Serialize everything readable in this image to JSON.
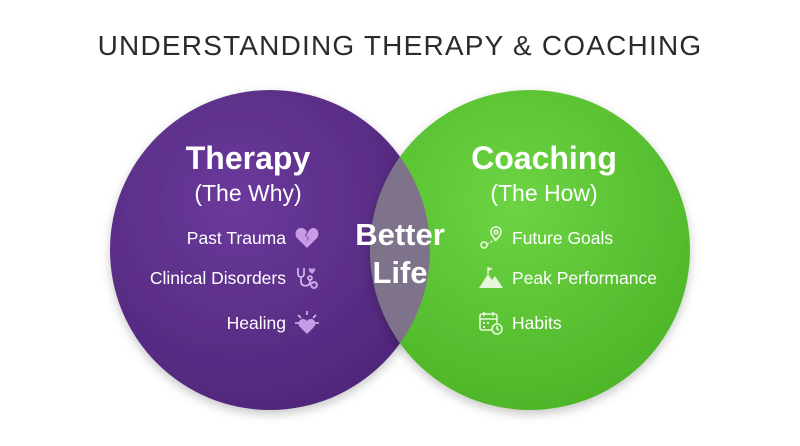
{
  "title": "UNDERSTANDING THERAPY & COACHING",
  "therapy": {
    "title": "Therapy",
    "subtitle": "(The Why)",
    "color": "#5b2f88",
    "items": [
      {
        "label": "Past Trauma",
        "icon": "broken-heart-icon"
      },
      {
        "label": "Clinical Disorders",
        "icon": "stethoscope-icon"
      },
      {
        "label": "Healing",
        "icon": "healing-heart-icon"
      }
    ]
  },
  "coaching": {
    "title": "Coaching",
    "subtitle": "(The How)",
    "color": "#5cc834",
    "items": [
      {
        "label": "Future Goals",
        "icon": "route-pin-icon"
      },
      {
        "label": "Peak Performance",
        "icon": "mountain-flag-icon"
      },
      {
        "label": "Habits",
        "icon": "calendar-clock-icon"
      }
    ]
  },
  "overlap": {
    "line1": "Better",
    "line2": "Life",
    "color": "#7f5a9a"
  }
}
